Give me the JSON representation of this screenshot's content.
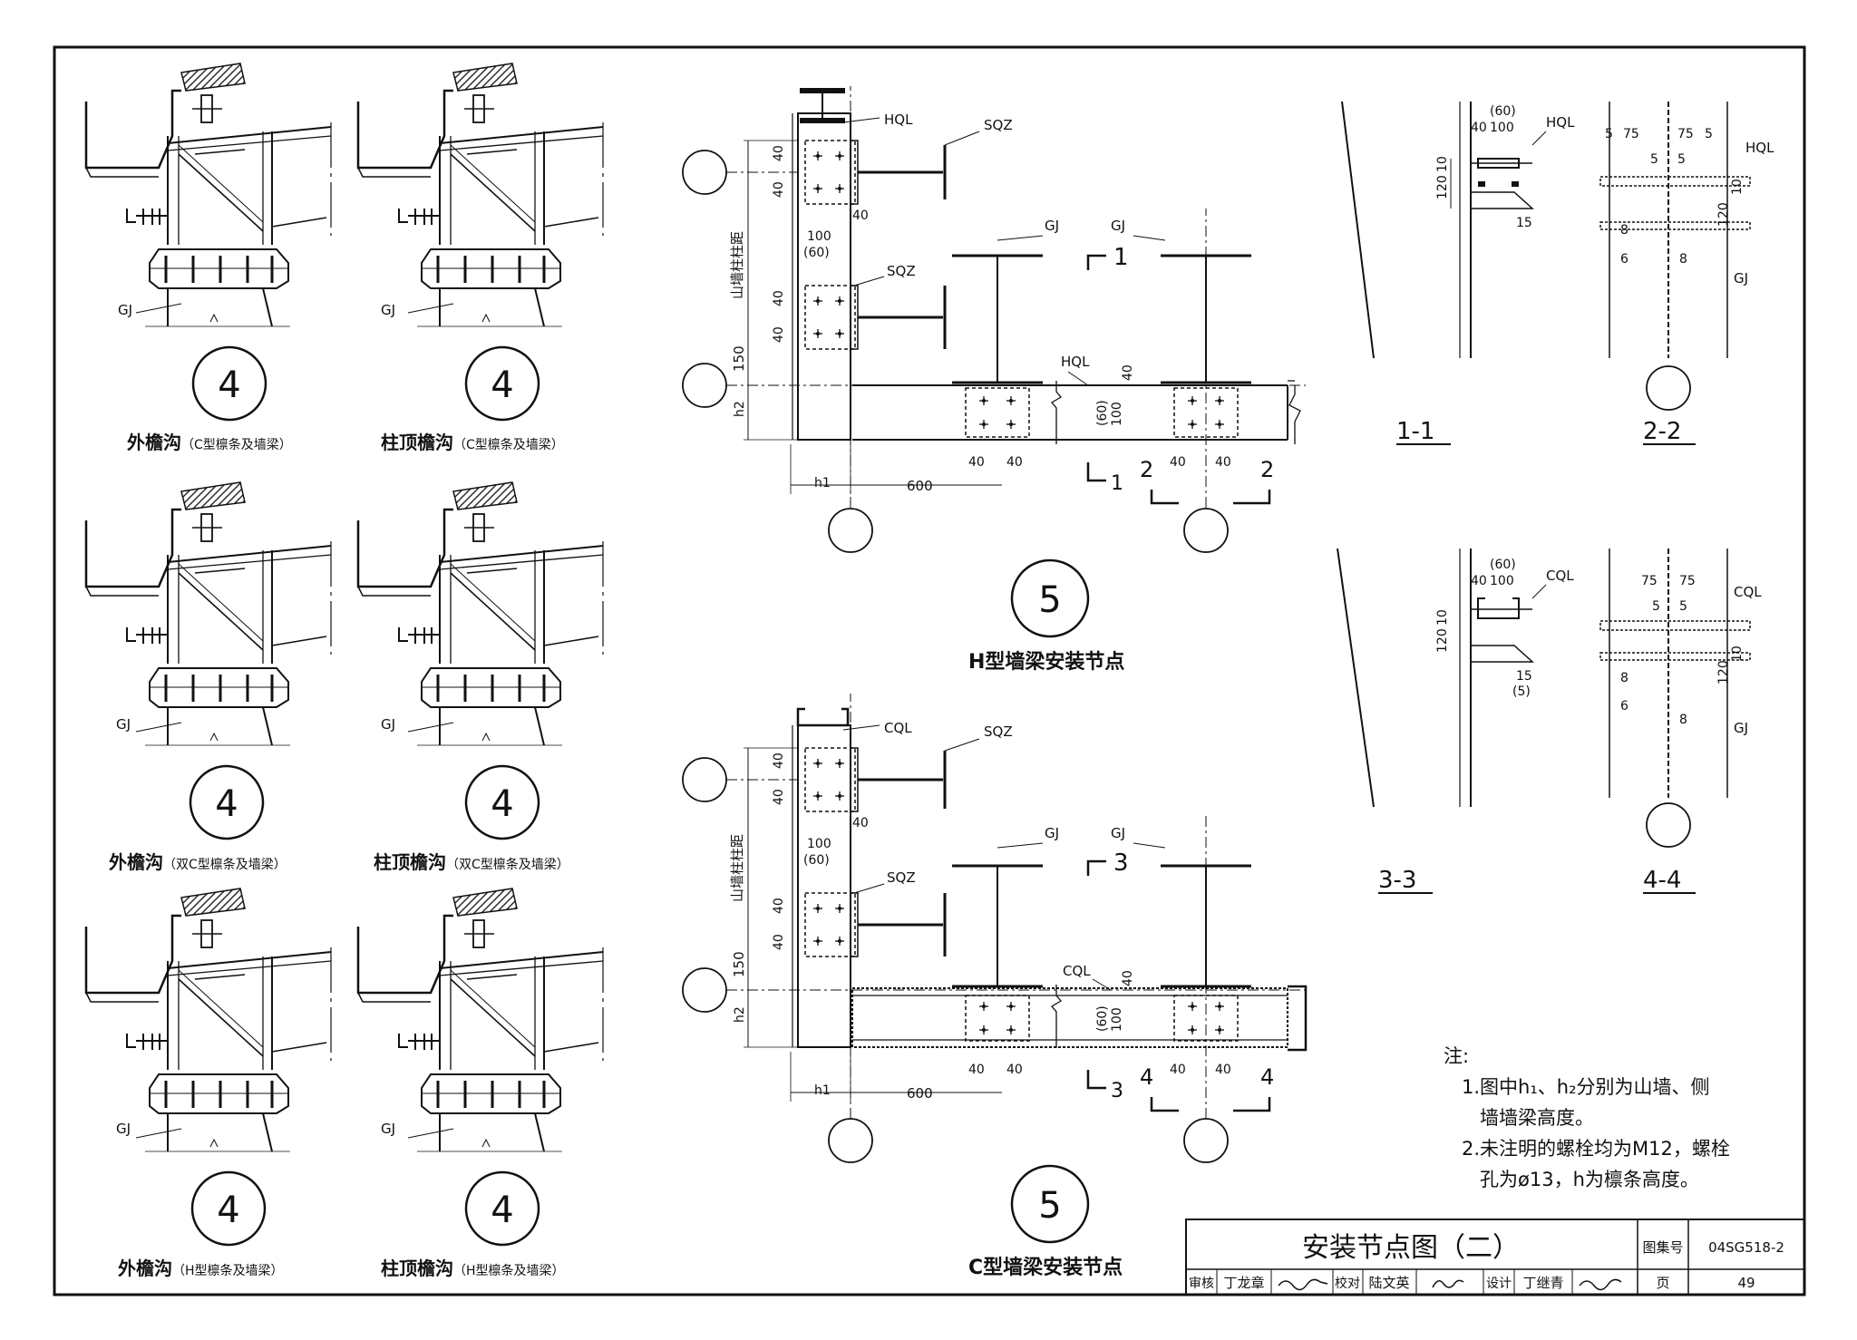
{
  "details_top_left": [
    {
      "callout": "4",
      "title": "外檐沟",
      "subtitle": "（C型檩条及墙梁）",
      "label_gj": "GJ"
    },
    {
      "callout": "4",
      "title": "柱顶檐沟",
      "subtitle": "（C型檩条及墙梁）",
      "label_gj": "GJ"
    },
    {
      "callout": "4",
      "title": "外檐沟",
      "subtitle": "（双C型檩条及墙梁）",
      "label_gj": "GJ"
    },
    {
      "callout": "4",
      "title": "柱顶檐沟",
      "subtitle": "（双C型檩条及墙梁）",
      "label_gj": "GJ"
    },
    {
      "callout": "4",
      "title": "外檐沟",
      "subtitle": "（H型檩条及墙梁）",
      "label_gj": "GJ"
    },
    {
      "callout": "4",
      "title": "柱顶檐沟",
      "subtitle": "（H型檩条及墙梁）",
      "label_gj": "GJ"
    }
  ],
  "node_h": {
    "callout": "5",
    "title": "H型墙梁安装节点",
    "labels": {
      "hql_top": "HQL",
      "sqz1": "SQZ",
      "sqz2": "SQZ",
      "gj1": "GJ",
      "gj2": "GJ",
      "hql_mid": "HQL",
      "vertical": "山墙柱柱距",
      "h1": "h1",
      "h2": "h2",
      "d600": "600",
      "d150": "150",
      "d40a": "40",
      "d40b": "40",
      "d40c": "40",
      "d40d": "40",
      "d100": "100",
      "d60": "(60)",
      "d40e": "40",
      "d40f": "40",
      "d40g": "40",
      "d40h": "40",
      "d40i": "40",
      "d40j": "40",
      "s1": "1",
      "s1b": "1",
      "s2": "2",
      "s2b": "2",
      "mid60": "(60)",
      "mid100": "100",
      "mid40": "40"
    }
  },
  "node_c": {
    "callout": "5",
    "title": "C型墙梁安装节点",
    "labels": {
      "cql_top": "CQL",
      "sqz1": "SQZ",
      "sqz2": "SQZ",
      "gj1": "GJ",
      "gj2": "GJ",
      "cql_mid": "CQL",
      "vertical": "山墙柱柱距",
      "h1": "h1",
      "h2": "h2",
      "d600": "600",
      "d150": "150",
      "d40a": "40",
      "d40b": "40",
      "d40c": "40",
      "d40d": "40",
      "d100": "100",
      "d60": "(60)",
      "d40e": "40",
      "d40f": "40",
      "d40g": "40",
      "d40h": "40",
      "d40i": "40",
      "d40j": "40",
      "s3": "3",
      "s3b": "3",
      "s4": "4",
      "s4b": "4",
      "mid60": "(60)",
      "mid100": "100",
      "mid40": "40"
    }
  },
  "sections": {
    "s11": {
      "title": "1-1",
      "hql": "HQL",
      "d60": "(60)",
      "d40": "40",
      "d100": "100",
      "d120": "120",
      "d10": "10",
      "d15": "15"
    },
    "s22": {
      "title": "2-2",
      "hql": "HQL",
      "gj": "GJ",
      "d5a": "5",
      "d75a": "75",
      "d75b": "75",
      "d5b": "5",
      "d5c": "5",
      "d5d": "5",
      "d120": "120",
      "d10": "10",
      "w8a": "8",
      "w6": "6",
      "w8b": "8"
    },
    "s33": {
      "title": "3-3",
      "cql": "CQL",
      "d60": "(60)",
      "d40": "40",
      "d100": "100",
      "d120": "120",
      "d10": "10",
      "d15": "15",
      "d5": "(5)"
    },
    "s44": {
      "title": "4-4",
      "cql": "CQL",
      "gj": "GJ",
      "d75a": "75",
      "d75b": "75",
      "d5a": "5",
      "d5b": "5",
      "d120": "120",
      "d10": "10",
      "w8a": "8",
      "w6": "6",
      "w8b": "8"
    }
  },
  "notes": {
    "heading": "注:",
    "line1": "1.图中h₁、h₂分别为山墙、侧",
    "line2": "墙墙梁高度。",
    "line3": "2.未注明的螺栓均为M12，螺栓",
    "line4": "孔为ø13，h为檩条高度。"
  },
  "title_block": {
    "title": "安装节点图（二）",
    "atlas_label": "图集号",
    "atlas_no": "04SG518-2",
    "review_label": "审核",
    "reviewer": "丁龙章",
    "check_label": "校对",
    "checker": "陆文英",
    "design_label": "设计",
    "designer": "丁继青",
    "page_label": "页",
    "page_no": "49"
  }
}
